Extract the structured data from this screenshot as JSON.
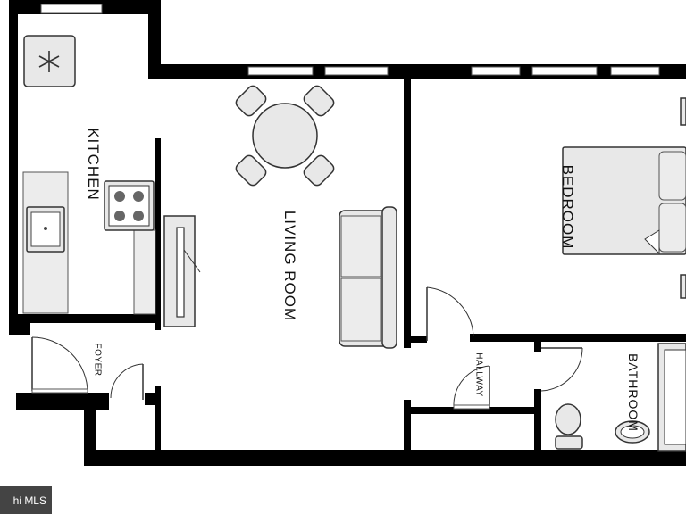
{
  "rooms": {
    "kitchen": "KITCHEN",
    "living_room": "LIVING ROOM",
    "bedroom": "BEDROOM",
    "foyer": "FOYER",
    "hallway": "HALLWAY",
    "bathroom": "BATHROOM"
  },
  "watermark": "hi MLS",
  "colors": {
    "wall": "#000000",
    "fixture_fill": "#e8e8e8",
    "floor": "#ffffff"
  },
  "icons": [
    "snowflake-icon",
    "cooktop-icon",
    "sink-icon",
    "toilet-icon",
    "bed-icon",
    "sofa-icon",
    "dining-table-icon"
  ]
}
